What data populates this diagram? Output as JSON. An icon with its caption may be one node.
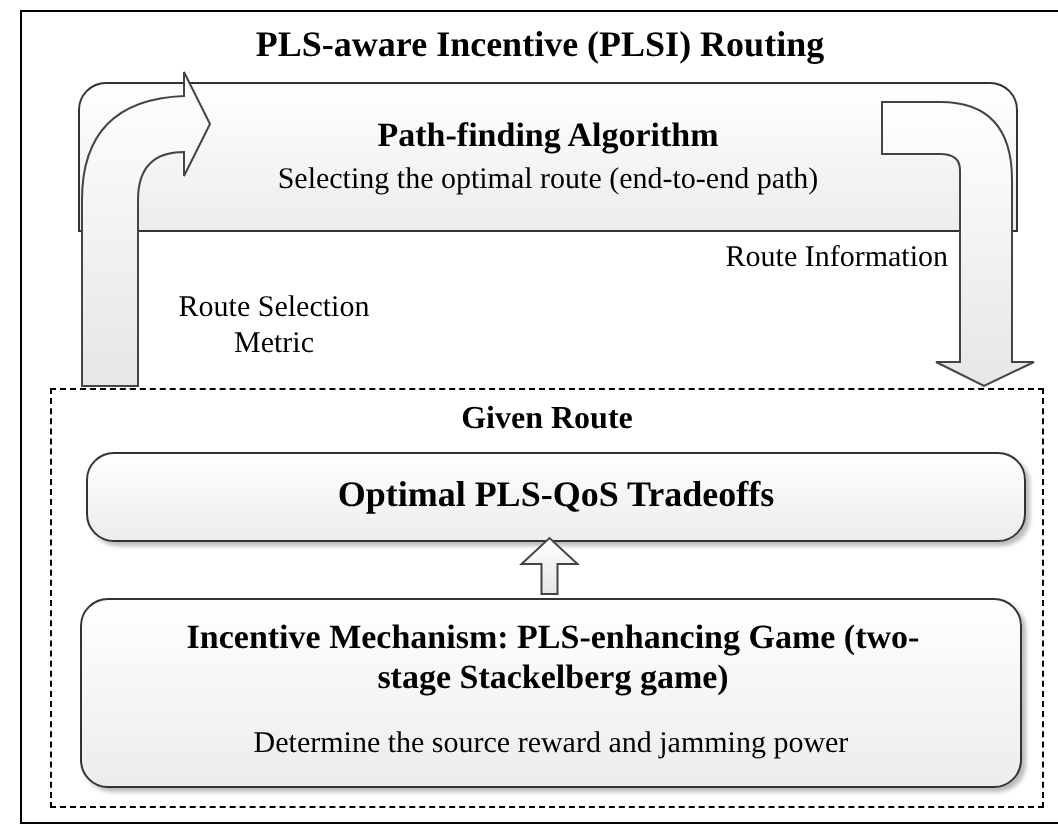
{
  "diagram": {
    "nodes": [
      {
        "text": [
          "PLS-aware Incentive (PLSI) Routing"
        ]
      },
      {
        "text": [
          "Path-finding Algorithm",
          "Selecting the optimal route (end-to-end path)"
        ],
        "in": 0
      },
      {
        "text": [
          "Given Route"
        ],
        "in": 0
      },
      {
        "text": [
          "Optimal PLS-QoS Tradeoffs"
        ],
        "in": 2
      },
      {
        "text": [
          "Incentive Mechanism: PLS-enhancing Game (two-stage Stackelberg game)",
          "Determine the source reward and jamming power"
        ],
        "in": 2
      }
    ],
    "edges": [
      {
        "from": 2,
        "to": 1,
        "arrow": "to",
        "label": "Route Selection Metric"
      },
      {
        "from": 1,
        "to": 2,
        "arrow": "to",
        "label": "Route Information"
      },
      {
        "from": 4,
        "to": 3,
        "arrow": "to"
      }
    ]
  }
}
